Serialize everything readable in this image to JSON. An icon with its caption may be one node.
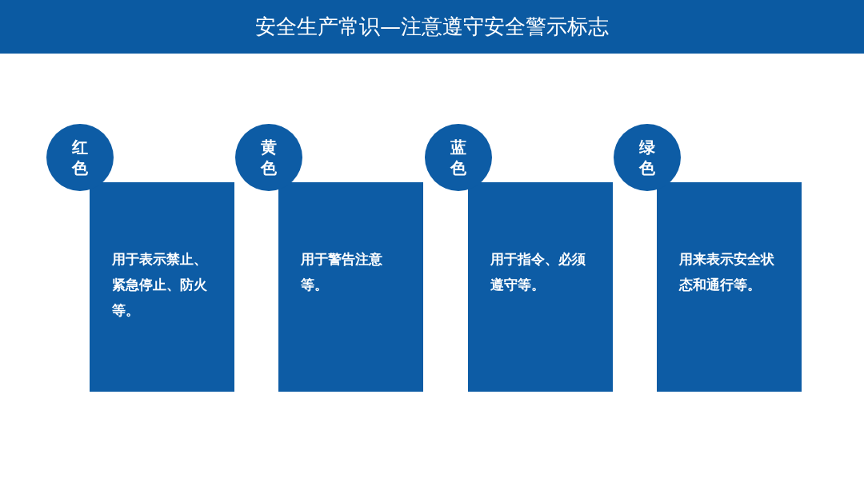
{
  "diagram": {
    "title": "安全生产常识—注意遵守安全警示标志",
    "nodes": [
      {
        "text": [
          "红色"
        ]
      },
      {
        "text": [
          "用于表示禁止、紧急停止、防火等。"
        ]
      },
      {
        "text": [
          "黄色"
        ]
      },
      {
        "text": [
          "用于警告注意等。"
        ]
      },
      {
        "text": [
          "蓝色"
        ]
      },
      {
        "text": [
          "用于指令、必须遵守等。"
        ]
      },
      {
        "text": [
          "绿色"
        ]
      },
      {
        "text": [
          "用来表示安全状态和通行等。"
        ]
      }
    ]
  }
}
